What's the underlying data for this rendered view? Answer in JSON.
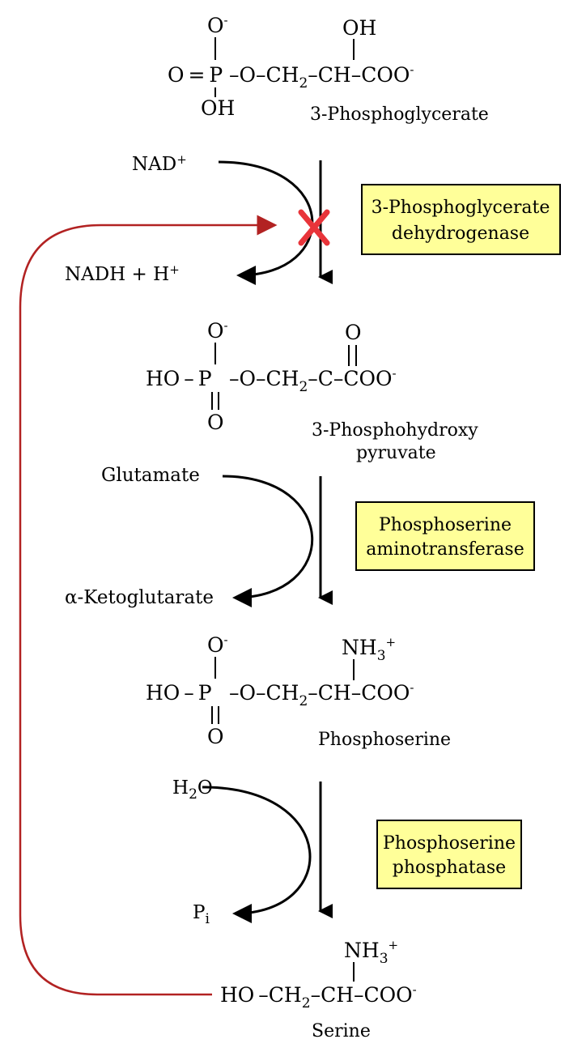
{
  "compounds": {
    "c1": {
      "name": "3-Phosphoglycerate",
      "o_minus": "O",
      "charge": "-",
      "o_eq_p": "O = P",
      "chain": "–O–CH",
      "ch2_sub": "2",
      "ch_group": "–CH–COO",
      "oh_bottom": "OH",
      "substituent": "OH"
    },
    "c2": {
      "name_line1": "3-Phosphohydroxy",
      "name_line2": "pyruvate",
      "o_minus": "O",
      "charge": "-",
      "ho_p": "HO – P",
      "chain": "–O–CH",
      "ch2_sub": "2",
      "c_group": "–C–COO",
      "o_bottom": "O",
      "substituent": "O"
    },
    "c3": {
      "name": "Phosphoserine",
      "o_minus": "O",
      "charge": "-",
      "ho_p": "HO – P",
      "chain": "–O–CH",
      "ch2_sub": "2",
      "ch_group": "–CH–COO",
      "o_bottom": "O",
      "substituent": "NH",
      "sub3": "3",
      "plus": "+"
    },
    "c4": {
      "name": "Serine",
      "ho": "HO –CH",
      "ch2_sub": "2",
      "ch_group": "–CH–COO",
      "charge": "-",
      "substituent": "NH",
      "sub3": "3",
      "plus": "+"
    }
  },
  "enzymes": [
    {
      "line1": "3-Phosphoglycerate",
      "line2": "dehydrogenase"
    },
    {
      "line1": "Phosphoserine",
      "line2": "aminotransferase"
    },
    {
      "line1": "Phosphoserine",
      "line2": "phosphatase"
    }
  ],
  "cosubstrates": {
    "step1_in": "NAD",
    "step1_in_sup": "+",
    "step1_out": "NADH + H",
    "step1_out_sup": "+",
    "step2_in": "Glutamate",
    "step2_out": "α-Ketoglutarate",
    "step3_in": "H",
    "step3_in_sub": "2",
    "step3_in_tail": "O",
    "step3_out": "P",
    "step3_out_sub": "i"
  },
  "colors": {
    "enzyme_box": "#ffff99",
    "feedback_inhibition": "#b22222",
    "inhibition_cross": "#e8343a"
  }
}
